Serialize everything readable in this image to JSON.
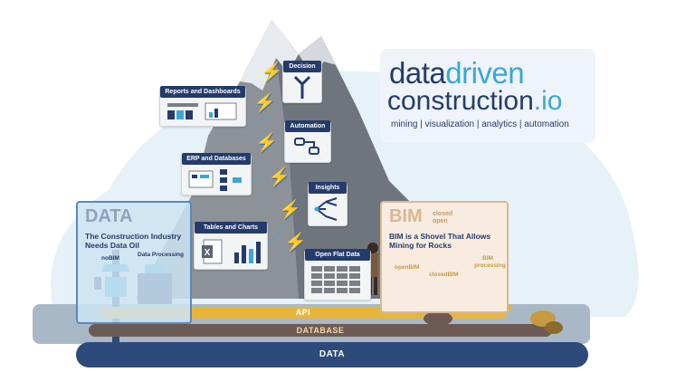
{
  "logo": {
    "line1_a": "data",
    "line1_b": "driven",
    "line2_a": "construction",
    "line2_b": ".io",
    "tagline": "mining | visualization | analytics | automation"
  },
  "cards": {
    "decision": "Decision",
    "reports": "Reports and Dashboards",
    "automation": "Automation",
    "erp": "ERP and Databases",
    "insights": "Insights",
    "tables": "Tables and Charts",
    "open_flat": "Open Flat Data"
  },
  "data_panel": {
    "title": "DATA",
    "subtitle": "The Construction Industry Needs Data Oil",
    "nobim": "noBIM",
    "processing": "Data Processing"
  },
  "bim_panel": {
    "title": "BIM",
    "closed": "closed",
    "open": "open",
    "subtitle": "BIM is a Shovel That Allows Mining for Rocks",
    "openbim": "openBIM",
    "closedbim": "closedBIM",
    "bim_processing": "BIM processing"
  },
  "layers": {
    "api": "API",
    "database": "DATABASE",
    "data": "DATA"
  },
  "icons": [
    "lightning-icon",
    "decision-arrows-icon",
    "dashboard-icon",
    "automation-flow-icon",
    "database-icon",
    "insights-tree-icon",
    "excel-icon",
    "bar-chart-icon",
    "table-grid-icon",
    "oil-derrick-icon",
    "shovel-icon",
    "jackhammer-icon",
    "rock-pile-icon"
  ],
  "colors": {
    "navy": "#243b6b",
    "accent_blue": "#3aa7d8",
    "api_gold": "#e8b53a",
    "database_brown": "#6e5a55",
    "data_navy": "#2d4a7a",
    "mountain": "#8d9298",
    "bolt": "#f2c12e"
  }
}
